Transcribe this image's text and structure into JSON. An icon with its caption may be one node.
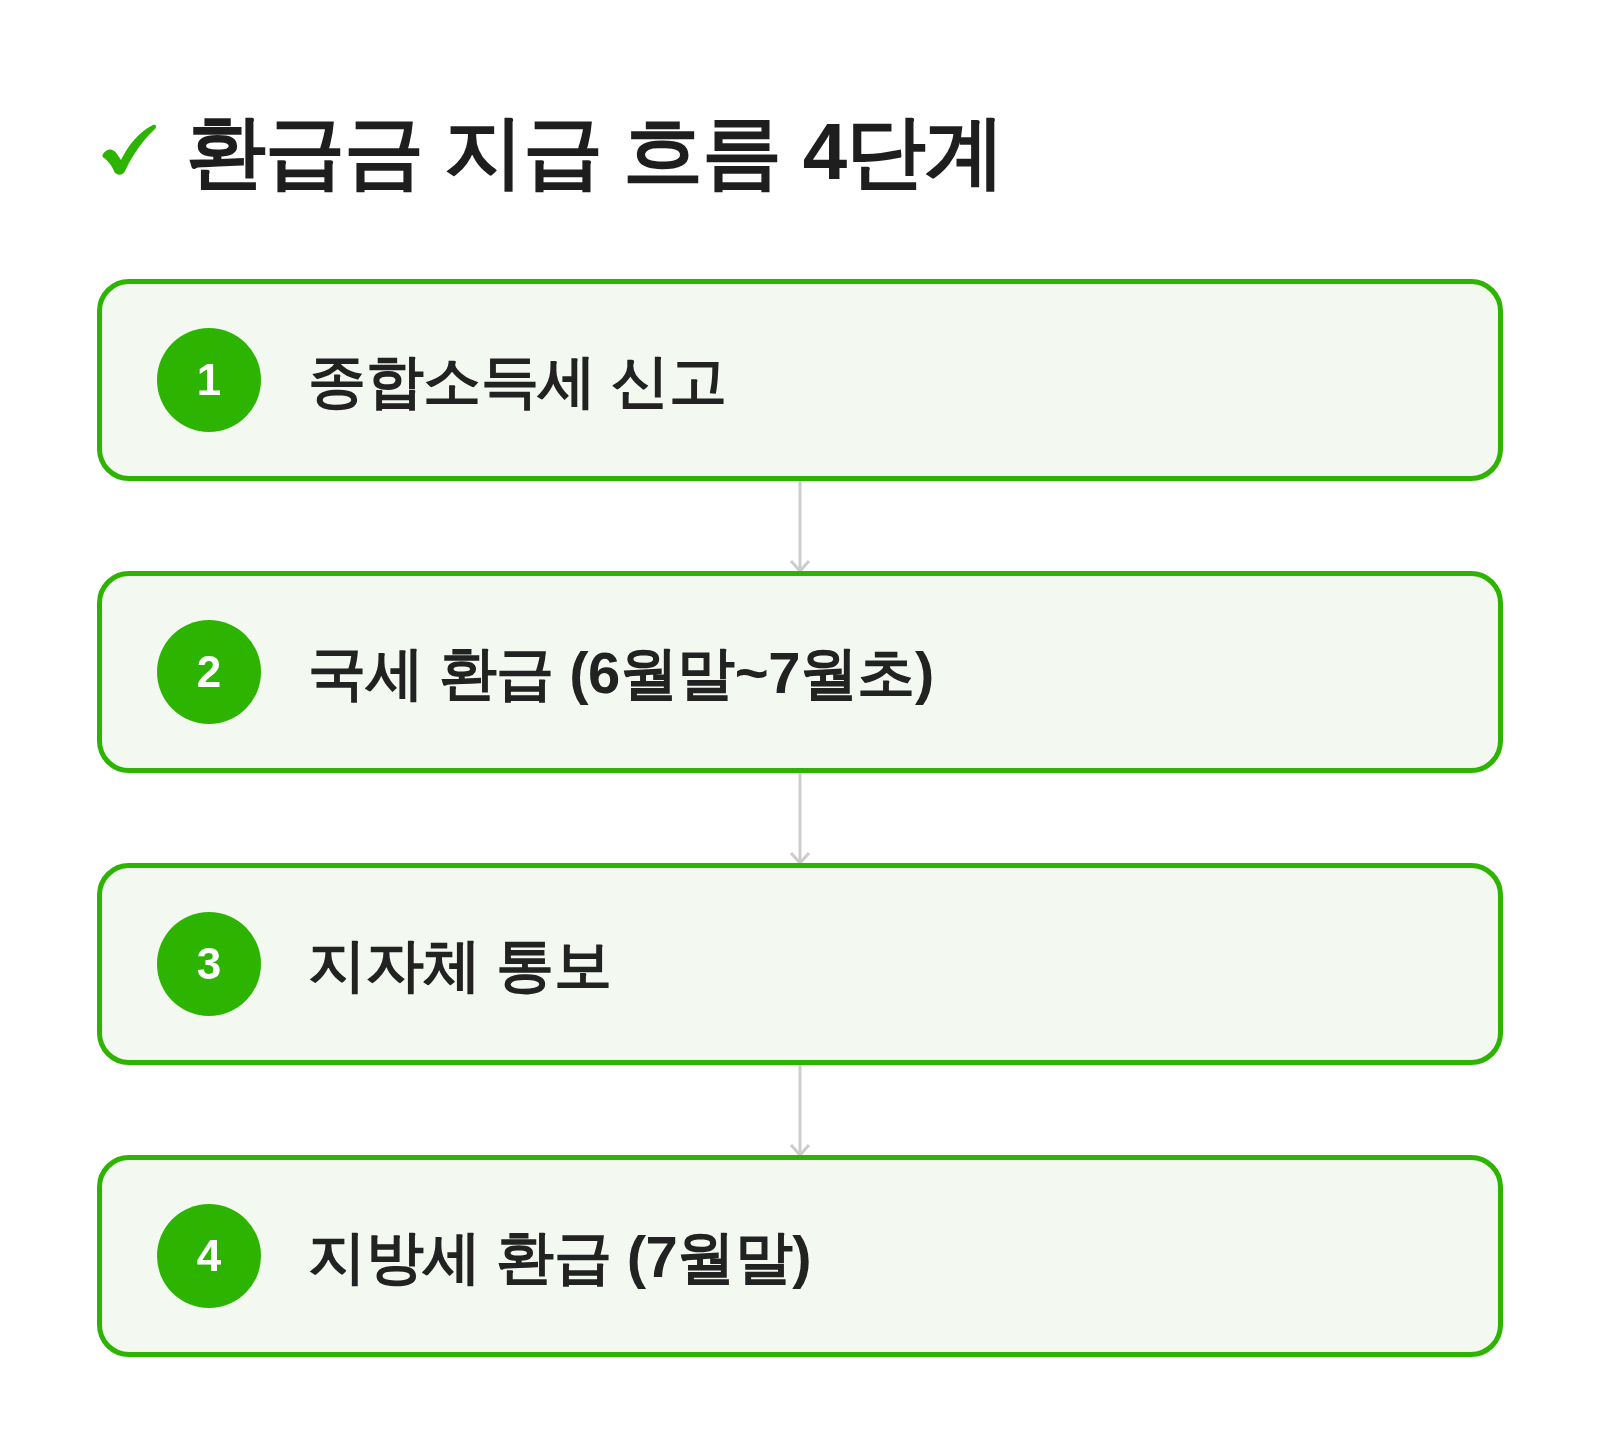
{
  "diagram": {
    "title": "환급금 지급 흐름 4단계",
    "nodes": [
      {
        "text": [
          "종합소득세 신고"
        ]
      },
      {
        "text": [
          "1"
        ],
        "in": 0
      },
      {
        "text": [
          "국세 환급 (6월말~7월초)"
        ]
      },
      {
        "text": [
          "2"
        ],
        "in": 2
      },
      {
        "text": [
          "지자체 통보"
        ]
      },
      {
        "text": [
          "3"
        ],
        "in": 4
      },
      {
        "text": [
          "지방세 환급 (7월말)"
        ]
      },
      {
        "text": [
          "4"
        ],
        "in": 6
      }
    ],
    "edges": [
      {
        "from": 0,
        "to": 2,
        "arrow": "to"
      },
      {
        "from": 2,
        "to": 4,
        "arrow": "to"
      },
      {
        "from": 4,
        "to": 6,
        "arrow": "to"
      }
    ]
  }
}
